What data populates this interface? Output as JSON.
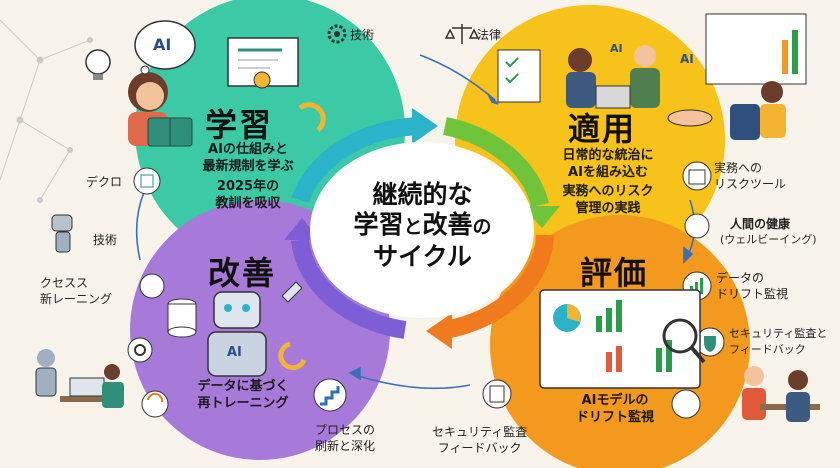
{
  "center": {
    "line1": "継続的な",
    "line2a": "学習",
    "line2b": "と",
    "line2c": "改善",
    "line2d": "の",
    "line3": "サイクル"
  },
  "learning": {
    "title": "学習",
    "body1": "AIの仕組みと",
    "body2": "最新規制を学ぶ",
    "body3": "2025年の",
    "body4": "教訓を吸収",
    "ai_badge": "AI"
  },
  "application": {
    "title": "適用",
    "body1": "日常的な統治に",
    "body2": "AIを組み込む",
    "body3": "実務へのリスク",
    "body4": "管理の実践",
    "ai_badge1": "AI",
    "ai_badge2": "AI"
  },
  "evaluation": {
    "title": "評価",
    "body1": "AIモデルの",
    "body2": "ドリフト監視"
  },
  "improvement": {
    "title": "改善",
    "body1": "データに基づく",
    "body2": "再トレーニング",
    "ai_badge": "AI"
  },
  "labels": {
    "tech_top": "技術",
    "law_top": "法律",
    "practice_tool_1": "実務への",
    "practice_tool_2": "リスクツール",
    "wellbeing_1": "人間の健康",
    "wellbeing_2": "(ウェルビーイング)",
    "drift_1": "データの",
    "drift_2": "ドリフト監視",
    "security_right_1": "セキュリティ監査と",
    "security_right_2": "フィードバック",
    "security_bottom_1": "セキュリティ監査",
    "security_bottom_2": "フィードバック",
    "process_1": "プロセスの",
    "process_2": "刷新と深化",
    "process_left_1": "クセスス",
    "process_left_2": "新レーニング",
    "tech_left": "技術",
    "digital_left": "デクロ"
  },
  "colors": {
    "learning": "#3cc9a6",
    "application": "#f7c21a",
    "evaluation": "#f39a1e",
    "improvement": "#a77ad9",
    "arrow_teal": "#2bb3c9",
    "arrow_green": "#6fc43a",
    "arrow_orange": "#f07a1e",
    "arrow_purple": "#7d5ed6",
    "background": "#f7f3ea"
  }
}
